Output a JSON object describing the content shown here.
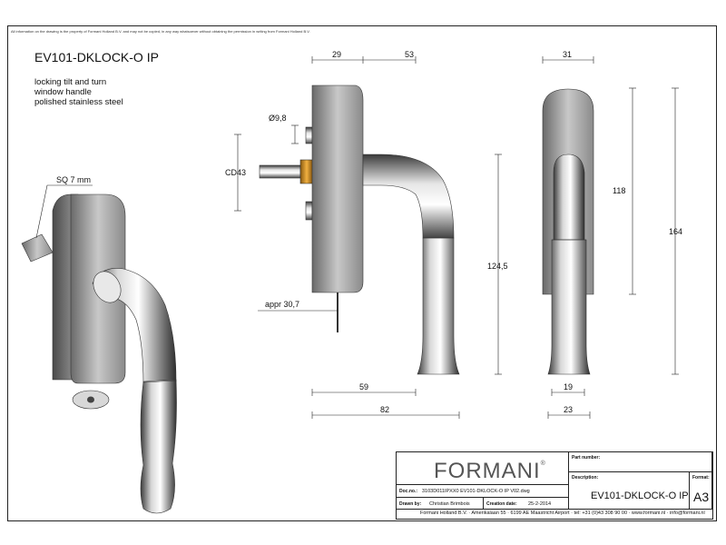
{
  "disclaimer": "All information on the drawing is the property of Formani Holland B.V. and may not be copied, in any way whatsoever without obtaining the permission in writing from Formani Holland B.V.",
  "title": "EV101-DKLOCK-O IP",
  "description": [
    "locking tilt and turn",
    "window handle",
    "polished stainless steel"
  ],
  "dimensions": {
    "sq": "SQ 7 mm",
    "d29": "29",
    "d53": "53",
    "d31": "31",
    "dia": "Ø9,8",
    "cd": "CD43",
    "d118": "118",
    "d164": "164",
    "d1245": "124,5",
    "appr": "appr 30,7",
    "d59": "59",
    "d82": "82",
    "d19": "19",
    "d23": "23"
  },
  "title_block": {
    "logo": "FORMANI",
    "logo_mark": "®",
    "part_number_label": "Part number:",
    "description_label": "Description:",
    "description_value": "EV101-DKLOCK-O IP",
    "format_label": "Format:",
    "format_value": "A3",
    "doc_label": "Doc.no.:",
    "doc_value": "3103D011IPXX0 EV101-DKLOCK-O IP V02.dwg",
    "drawn_label": "Drawn by:",
    "drawn_value": "Christian Brimbois",
    "creation_label": "Creation date:",
    "creation_value": "25-2-2014",
    "footer": "Formani Holland B.V. · Amerikalaan 55 · 6199 AE Maastricht Airport · tel: +31 (0)43 308 90 00 · www.formani.nl · info@formani.nl"
  }
}
